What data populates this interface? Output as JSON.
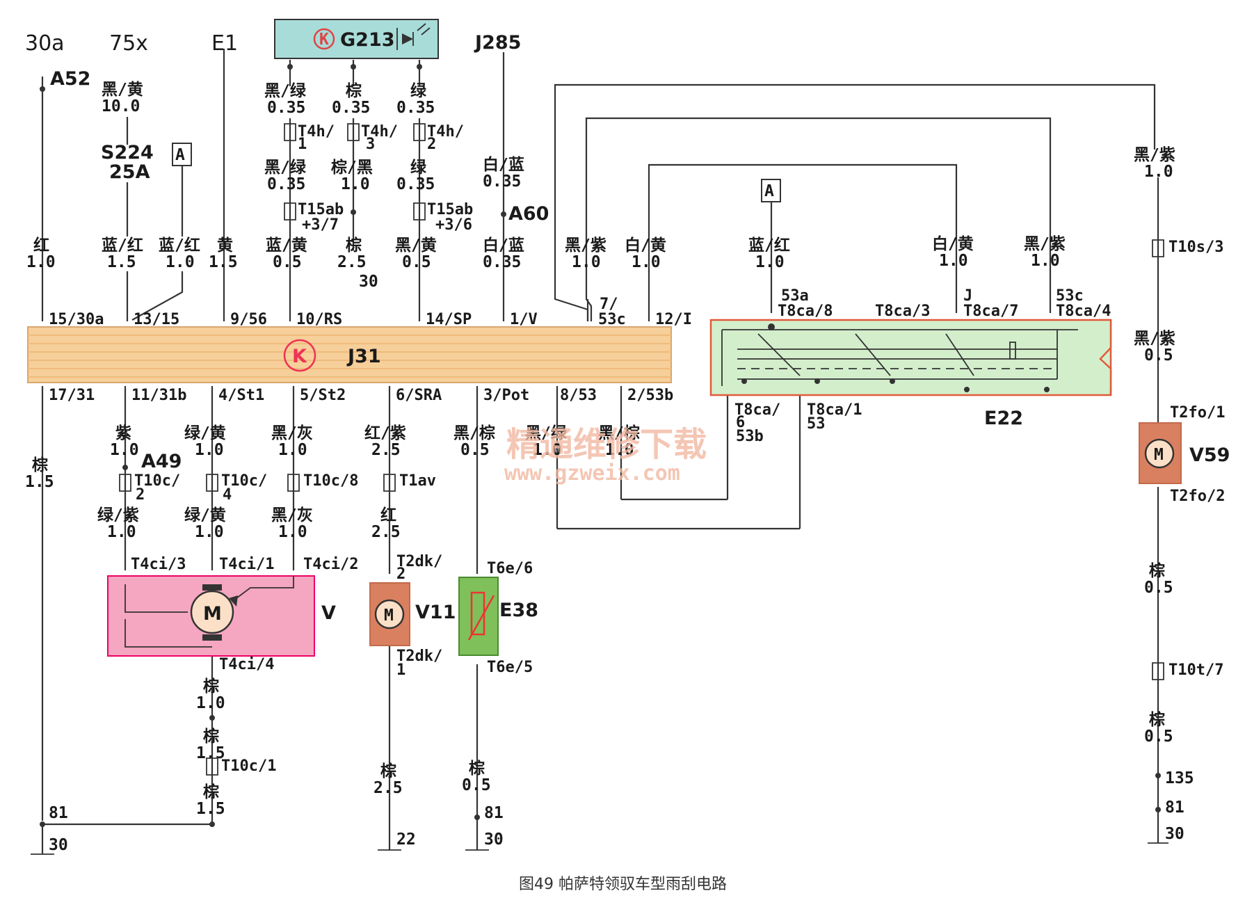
{
  "header": {
    "t30a": "30a",
    "t75x": "75x",
    "tE1": "E1",
    "tJ285": "J285",
    "tA52": "A52",
    "tA60": "A60",
    "tA49": "A49"
  },
  "fuse": {
    "id": "S224",
    "rating": "25A",
    "ref_a": "A"
  },
  "g213": {
    "label": "G213",
    "k": "K"
  },
  "j31": {
    "label": "J31",
    "k": "K",
    "top_pins": [
      "15/30a",
      "13/15",
      "9/56",
      "10/RS",
      "14/SP",
      "1/V",
      "7/",
      "53c",
      "12/I"
    ],
    "bottom_pins": [
      "17/31",
      "11/31b",
      "4/St1",
      "5/St2",
      "6/SRA",
      "3/Pot",
      "8/53",
      "2/53b"
    ]
  },
  "e22": {
    "label": "E22",
    "ref_a": "A",
    "top_pins": [
      "53a",
      "T8ca/8",
      "T8ca/3",
      "J",
      "T8ca/7",
      "53c",
      "T8ca/4"
    ],
    "bottom_pins": [
      "T8ca/",
      "6",
      "53b",
      "T8ca/1",
      "53"
    ]
  },
  "motors": {
    "v": "V",
    "v11": "V11",
    "v59": "V59",
    "e38": "E38",
    "m": "M"
  },
  "wires": {
    "a52_1": "红",
    "a52_2": "1.0",
    "s75_1": "黑/黄",
    "s75_2": "10.0",
    "f1_1": "蓝/红",
    "f1_2": "1.5",
    "f2_1": "蓝/红",
    "f2_2": "1.0",
    "e1_1": "黄",
    "e1_2": "1.5",
    "g1_1": "黑/绿",
    "g1_2": "0.35",
    "g2_1": "棕",
    "g2_2": "0.35",
    "g3_1": "绿",
    "g3_2": "0.35",
    "g4_1": "黑/绿",
    "g4_2": "0.35",
    "g5_1": "棕/黑",
    "g5_2": "1.0",
    "g6_1": "绿",
    "g6_2": "0.35",
    "g7_1": "蓝/黄",
    "g7_2": "0.5",
    "g8_1": "棕",
    "g8_2": "2.5",
    "g8_3": "30",
    "g9_1": "黑/黄",
    "g9_2": "0.5",
    "j1_1": "白/蓝",
    "j1_2": "0.35",
    "j2_1": "白/蓝",
    "j2_2": "0.35",
    "h1_1": "黑/紫",
    "h1_2": "1.0",
    "h2_1": "白/黄",
    "h2_2": "1.0",
    "h3_1": "蓝/红",
    "h3_2": "1.0",
    "h4_1": "白/黄",
    "h4_2": "1.0",
    "h5_1": "黑/紫",
    "h5_2": "1.0",
    "r1_1": "黑/紫",
    "r1_2": "1.0",
    "r2_1": "黑/紫",
    "r2_2": "0.5",
    "r3_1": "棕",
    "r3_2": "0.5",
    "r4_1": "棕",
    "r4_2": "0.5",
    "b1_1": "棕",
    "b1_2": "1.5",
    "b2_1": "紫",
    "b2_2": "1.0",
    "b3_1": "绿/黄",
    "b3_2": "1.0",
    "b4_1": "黑/灰",
    "b4_2": "1.0",
    "b5_1": "红/紫",
    "b5_2": "2.5",
    "b6_1": "黑/棕",
    "b6_2": "0.5",
    "b7_1": "黑/绿",
    "b7_2": "1.0",
    "b8_1": "黑/棕",
    "b8_2": "1.0",
    "c1_1": "绿/紫",
    "c1_2": "1.0",
    "c2_1": "绿/黄",
    "c2_2": "1.0",
    "c3_1": "黑/灰",
    "c3_2": "1.0",
    "c4_1": "红",
    "c4_2": "2.5",
    "d1_1": "棕",
    "d1_2": "1.0",
    "d2_1": "棕",
    "d2_2": "1.5",
    "d3_1": "棕",
    "d3_2": "1.5",
    "d4_1": "棕",
    "d4_2": "2.5",
    "d5_1": "棕",
    "d5_2": "0.5"
  },
  "connectors": {
    "t4h1": "T4h/",
    "t4h1n": "1",
    "t4h3": "T4h/",
    "t4h3n": "3",
    "t4h2": "T4h/",
    "t4h2n": "2",
    "t15a": "T15ab",
    "t15an": "+3/7",
    "t15b": "T15ab",
    "t15bn": "+3/6",
    "t10s": "T10s/3",
    "t2fo1": "T2fo/1",
    "t2fo2": "T2fo/2",
    "t10t": "T10t/7",
    "t10c2": "T10c/",
    "t10c2n": "2",
    "t10c4": "T10c/",
    "t10c4n": "4",
    "t10c8": "T10c/8",
    "t1av": "T1av",
    "t4ci3": "T4ci/3",
    "t4ci1": "T4ci/1",
    "t4ci2": "T4ci/2",
    "t4ci4": "T4ci/4",
    "t2dk2": "T2dk/",
    "t2dk2n": "2",
    "t2dk1": "T2dk/",
    "t2dk1n": "1",
    "t6e6": "T6e/6",
    "t6e5": "T6e/5",
    "t10c1": "T10c/1"
  },
  "grounds": {
    "g81a": "81",
    "g30a": "30",
    "g22": "22",
    "g81b": "81",
    "g30b": "30",
    "g135": "135",
    "g81c": "81",
    "g30c": "30"
  },
  "watermark": {
    "cn": "精通维修下载",
    "url": "www.gzweix.com"
  },
  "caption": "图49 帕萨特领驭车型雨刮电路"
}
